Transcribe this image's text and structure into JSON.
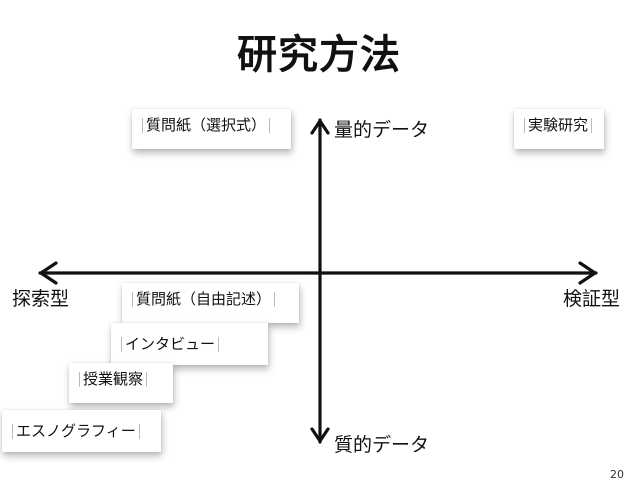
{
  "slide": {
    "title": "研究方法",
    "page_number": "20"
  },
  "axes": {
    "top": "量的データ",
    "bottom": "質的データ",
    "left": "探索型",
    "right": "検証型"
  },
  "methods": [
    {
      "label": "質問紙（選択式）"
    },
    {
      "label": "実験研究"
    },
    {
      "label": "質問紙（自由記述）"
    },
    {
      "label": "インタビュー"
    },
    {
      "label": "授業観察"
    },
    {
      "label": "エスノグラフィー"
    }
  ]
}
